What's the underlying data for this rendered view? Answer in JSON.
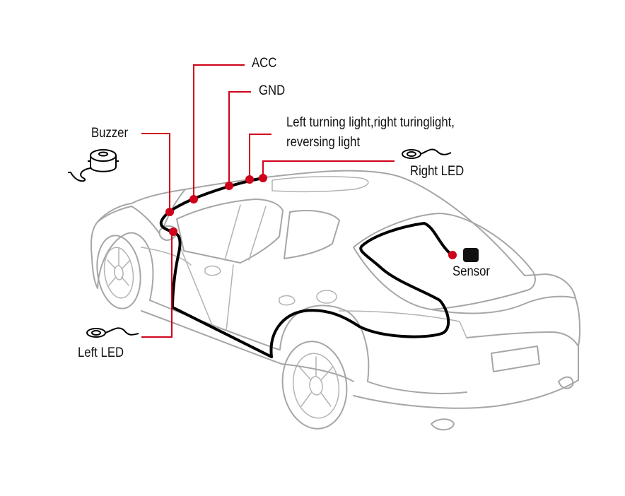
{
  "labels": {
    "acc": "ACC",
    "gnd": "GND",
    "lights_line1": "Left turning light,right turinglight,",
    "lights_line2": "reversing light",
    "buzzer": "Buzzer",
    "right_led": "Right LED",
    "sensor": "Sensor",
    "left_led": "Left LED"
  },
  "colors": {
    "leader": "#d0021b",
    "wire": "#000000",
    "car_outline": "#a6a6a6"
  },
  "icons": {
    "buzzer": "buzzer-icon",
    "right_led": "led-icon",
    "left_led": "led-icon",
    "sensor": "sensor-icon"
  }
}
